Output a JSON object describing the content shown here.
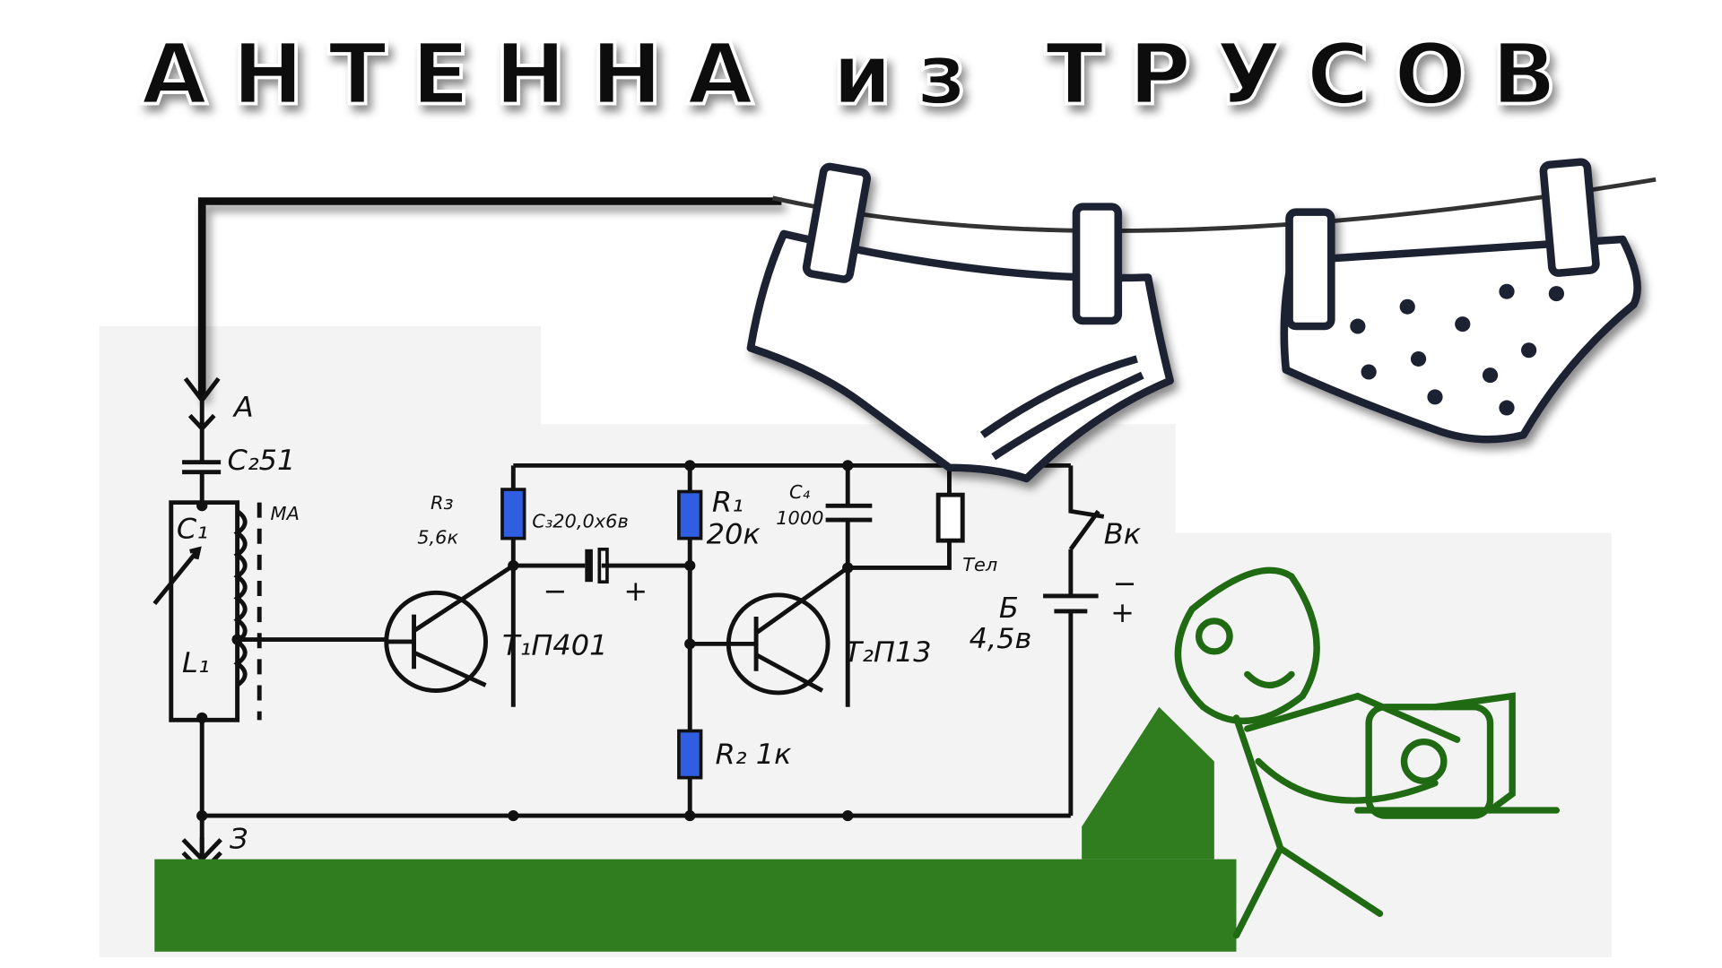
{
  "title": "АНТЕННА из ТРУСОВ",
  "labels": {
    "antenna": "A",
    "c2": "C₂51",
    "ma": "MA",
    "c1": "C₁",
    "l1": "L₁",
    "r3_name": "Rз",
    "r3_value": "5,6к",
    "c3": "C₃20,0x6в",
    "r1_name": "R₁",
    "r1_value": "20к",
    "c4_name": "C₄",
    "c4_value": "1000",
    "tel": "Тел",
    "switch": "Вк",
    "battery_name": "Б",
    "battery_value": "4,5в",
    "t1": "T₁П401",
    "t2": "T₂П13",
    "r2": "R₂ 1к",
    "ground": "З",
    "minus": "−",
    "plus": "+",
    "bat_minus": "−",
    "bat_plus": "+"
  },
  "colors": {
    "resistor": "#2f5fe0",
    "bed": "#2f7d1f",
    "figure": "#1f6a12",
    "outline": "#1e2233"
  }
}
